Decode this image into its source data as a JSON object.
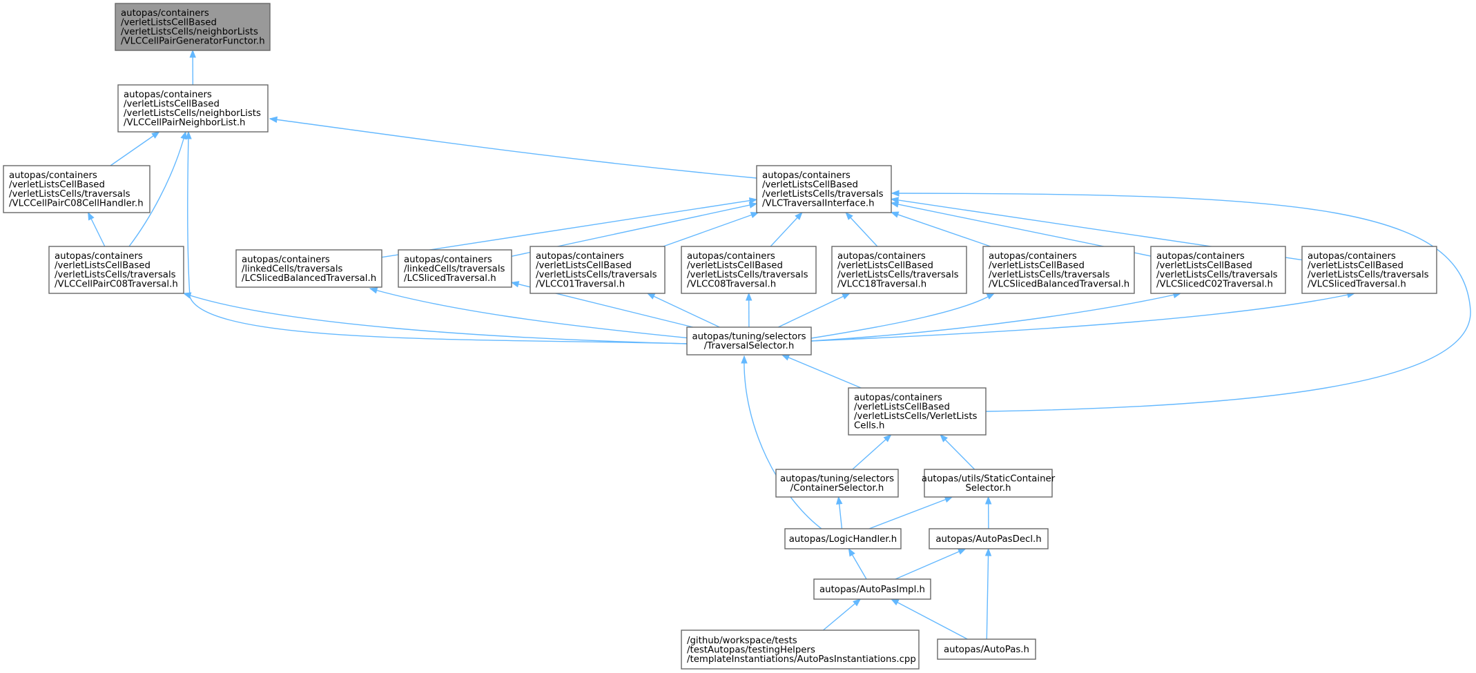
{
  "graph": {
    "kind": "include dependency graph",
    "colors": {
      "edge": "#63b8ff",
      "node_border": "#666666",
      "root_fill": "#999999",
      "node_fill": "#ffffff"
    },
    "nodes": [
      {
        "id": "n0",
        "lines": [
          "autopas/containers",
          "/verletListsCellBased",
          "/verletListsCells/neighborLists",
          "/VLCCellPairGeneratorFunctor.h"
        ],
        "root": true
      },
      {
        "id": "n1",
        "lines": [
          "autopas/containers",
          "/verletListsCellBased",
          "/verletListsCells/neighborLists",
          "/VLCCellPairNeighborList.h"
        ]
      },
      {
        "id": "n2",
        "lines": [
          "autopas/containers",
          "/verletListsCellBased",
          "/verletListsCells/traversals",
          "/VLCCellPairC08CellHandler.h"
        ]
      },
      {
        "id": "n3",
        "lines": [
          "autopas/containers",
          "/verletListsCellBased",
          "/verletListsCells/traversals",
          "/VLCCellPairC08Traversal.h"
        ]
      },
      {
        "id": "n4",
        "lines": [
          "autopas/containers",
          "/verletListsCellBased",
          "/verletListsCells/traversals",
          "/VLCTraversalInterface.h"
        ]
      },
      {
        "id": "n5",
        "lines": [
          "autopas/containers",
          "/linkedCells/traversals",
          "/LCSlicedBalancedTraversal.h"
        ]
      },
      {
        "id": "n6",
        "lines": [
          "autopas/containers",
          "/linkedCells/traversals",
          "/LCSlicedTraversal.h"
        ]
      },
      {
        "id": "n7",
        "lines": [
          "autopas/containers",
          "/verletListsCellBased",
          "/verletListsCells/traversals",
          "/VLCC01Traversal.h"
        ]
      },
      {
        "id": "n8",
        "lines": [
          "autopas/containers",
          "/verletListsCellBased",
          "/verletListsCells/traversals",
          "/VLCC08Traversal.h"
        ]
      },
      {
        "id": "n9",
        "lines": [
          "autopas/containers",
          "/verletListsCellBased",
          "/verletListsCells/traversals",
          "/VLCC18Traversal.h"
        ]
      },
      {
        "id": "n10",
        "lines": [
          "autopas/containers",
          "/verletListsCellBased",
          "/verletListsCells/traversals",
          "/VLCSlicedBalancedTraversal.h"
        ]
      },
      {
        "id": "n11",
        "lines": [
          "autopas/containers",
          "/verletListsCellBased",
          "/verletListsCells/traversals",
          "/VLCSlicedC02Traversal.h"
        ]
      },
      {
        "id": "n12",
        "lines": [
          "autopas/containers",
          "/verletListsCellBased",
          "/verletListsCells/traversals",
          "/VLCSlicedTraversal.h"
        ]
      },
      {
        "id": "n13",
        "lines": [
          "autopas/tuning/selectors",
          "/TraversalSelector.h"
        ]
      },
      {
        "id": "n14",
        "lines": [
          "autopas/containers",
          "/verletListsCellBased",
          "/verletListsCells/VerletLists",
          "Cells.h"
        ]
      },
      {
        "id": "n15",
        "lines": [
          "autopas/tuning/selectors",
          "/ContainerSelector.h"
        ]
      },
      {
        "id": "n16",
        "lines": [
          "autopas/utils/StaticContainer",
          "Selector.h"
        ]
      },
      {
        "id": "n17",
        "lines": [
          "autopas/LogicHandler.h"
        ]
      },
      {
        "id": "n18",
        "lines": [
          "autopas/AutoPasDecl.h"
        ]
      },
      {
        "id": "n19",
        "lines": [
          "autopas/AutoPasImpl.h"
        ]
      },
      {
        "id": "n20",
        "lines": [
          "/github/workspace/tests",
          "/testAutopas/testingHelpers",
          "/templateInstantiations/AutoPasInstantiations.cpp"
        ]
      },
      {
        "id": "n21",
        "lines": [
          "autopas/AutoPas.h"
        ]
      }
    ],
    "edges": [
      {
        "from": "n1",
        "to": "n0"
      },
      {
        "from": "n2",
        "to": "n1"
      },
      {
        "from": "n3",
        "to": "n1"
      },
      {
        "from": "n13",
        "to": "n1"
      },
      {
        "from": "n4",
        "to": "n1"
      },
      {
        "from": "n3",
        "to": "n2"
      },
      {
        "from": "n13",
        "to": "n3"
      },
      {
        "from": "n5",
        "to": "n4"
      },
      {
        "from": "n6",
        "to": "n4"
      },
      {
        "from": "n7",
        "to": "n4"
      },
      {
        "from": "n8",
        "to": "n4"
      },
      {
        "from": "n9",
        "to": "n4"
      },
      {
        "from": "n10",
        "to": "n4"
      },
      {
        "from": "n11",
        "to": "n4"
      },
      {
        "from": "n12",
        "to": "n4"
      },
      {
        "from": "n14",
        "to": "n4"
      },
      {
        "from": "n13",
        "to": "n5"
      },
      {
        "from": "n13",
        "to": "n6"
      },
      {
        "from": "n13",
        "to": "n7"
      },
      {
        "from": "n13",
        "to": "n8"
      },
      {
        "from": "n13",
        "to": "n9"
      },
      {
        "from": "n13",
        "to": "n10"
      },
      {
        "from": "n13",
        "to": "n11"
      },
      {
        "from": "n13",
        "to": "n12"
      },
      {
        "from": "n14",
        "to": "n13"
      },
      {
        "from": "n17",
        "to": "n13"
      },
      {
        "from": "n15",
        "to": "n14"
      },
      {
        "from": "n16",
        "to": "n14"
      },
      {
        "from": "n17",
        "to": "n15"
      },
      {
        "from": "n17",
        "to": "n16"
      },
      {
        "from": "n18",
        "to": "n16"
      },
      {
        "from": "n19",
        "to": "n17"
      },
      {
        "from": "n19",
        "to": "n18"
      },
      {
        "from": "n21",
        "to": "n18"
      },
      {
        "from": "n20",
        "to": "n19"
      },
      {
        "from": "n21",
        "to": "n19"
      }
    ]
  }
}
